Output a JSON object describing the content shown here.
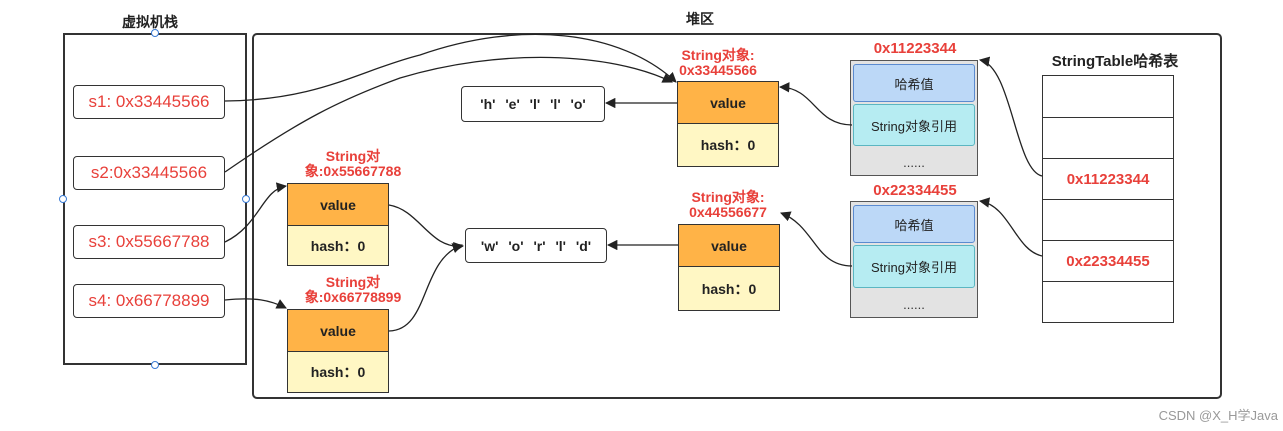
{
  "stack": {
    "title": "虚拟机栈",
    "vars": [
      {
        "text": "s1: 0x33445566"
      },
      {
        "text": "s2:0x33445566"
      },
      {
        "text": "s3: 0x55667788"
      },
      {
        "text": "s4: 0x66778899"
      }
    ]
  },
  "heap": {
    "title": "堆区",
    "objects": [
      {
        "label": "String对象:\n0x33445566",
        "value": "value",
        "hash": "hash：0"
      },
      {
        "label": "String对象:\n0x44556677",
        "value": "value",
        "hash": "hash：0"
      },
      {
        "label": "String对\n象:0x55667788",
        "value": "value",
        "hash": "hash：0"
      },
      {
        "label": "String对\n象:0x66778899",
        "value": "value",
        "hash": "hash：0"
      }
    ],
    "char_arrays": [
      {
        "text": "'h' 'e' 'l' 'l' 'o'"
      },
      {
        "text": "'w' 'o' 'r' 'l' 'd'"
      }
    ],
    "entries": [
      {
        "address": "0x11223344",
        "hash_value": "哈希值",
        "ref": "String对象引用",
        "more": "......"
      },
      {
        "address": "0x22334455",
        "hash_value": "哈希值",
        "ref": "String对象引用",
        "more": "......"
      }
    ]
  },
  "string_table": {
    "title": "StringTable哈希表",
    "cells": [
      "",
      "",
      "0x11223344",
      "",
      "0x22334455",
      ""
    ]
  },
  "watermark": "CSDN @X_H学Java"
}
